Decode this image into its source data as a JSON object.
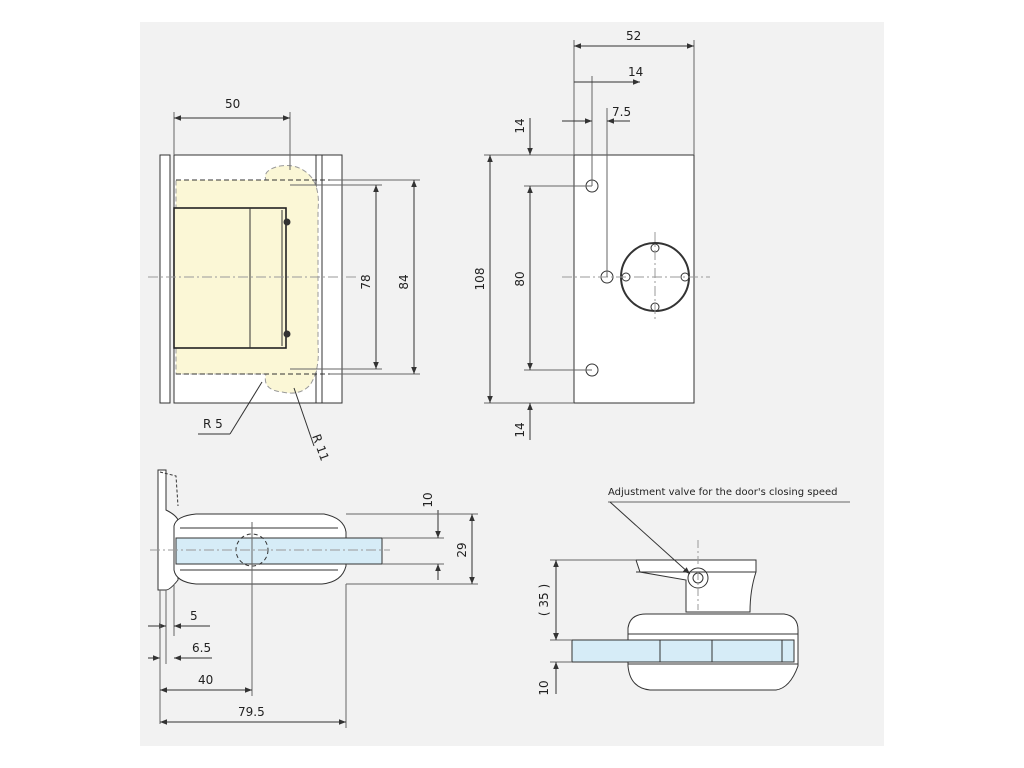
{
  "colors": {
    "background": "#ffffff",
    "sheet": "#f2f2f2",
    "line": "#333333",
    "brass": "#fbf7d6",
    "glass": "#d6ecf7",
    "center_line": "#888888"
  },
  "top_view": {
    "dim_width": "50",
    "dim_inner_height": "78",
    "dim_outer_height": "84",
    "radius_small": "R 5",
    "radius_large": "R 11"
  },
  "plate_view": {
    "dim_width": "52",
    "dim_hole_offset": "14",
    "dim_hole_spacing_x": "7.5",
    "dim_top_margin": "14",
    "dim_height": "108",
    "dim_hole_spacing_y": "80",
    "dim_bottom_margin": "14"
  },
  "side_view": {
    "dim_glass": "10",
    "dim_body": "29",
    "dim_a": "5",
    "dim_b": "6.5",
    "dim_c": "40",
    "dim_total": "79.5"
  },
  "front_view": {
    "annotation": "Adjustment valve for the door's closing speed",
    "dim_height": "( 35 )",
    "dim_glass": "10"
  }
}
